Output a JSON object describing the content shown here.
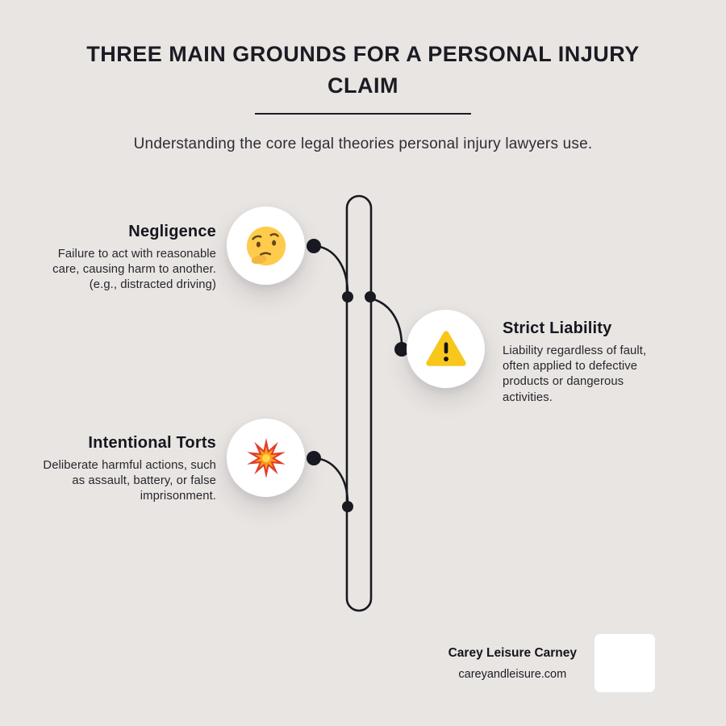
{
  "header": {
    "title": "THREE MAIN GROUNDS FOR A PERSONAL INJURY CLAIM",
    "subtitle": "Understanding the core legal theories personal injury lawyers use."
  },
  "items": [
    {
      "title": "Negligence",
      "description": "Failure to act with reasonable care, causing harm to another. (e.g., distracted driving)",
      "icon": "thinking-face-icon",
      "emoji": "🤔",
      "side": "left"
    },
    {
      "title": "Strict Liability",
      "description": "Liability regardless of fault, often applied to defective products or dangerous activities.",
      "icon": "warning-sign-icon",
      "emoji": "⚠️",
      "side": "right"
    },
    {
      "title": "Intentional Torts",
      "description": "Deliberate harmful actions, such as assault, battery, or false imprisonment.",
      "icon": "collision-burst-icon",
      "emoji": "💥",
      "side": "left"
    }
  ],
  "footer": {
    "brand": "Carey Leisure Carney",
    "website": "careyandleisure.com"
  },
  "colors": {
    "background": "#e9e5e2",
    "text_primary": "#1b1b24",
    "text_body": "#26262e",
    "spine": "#191921",
    "card": "#ffffff",
    "face_yellow": "#ffcb4c",
    "face_brown": "#65471b",
    "warning_yellow": "#f7c71b",
    "burst_red": "#e03e2d",
    "burst_orange": "#ff9e1b",
    "burst_center": "#ffd84d"
  }
}
